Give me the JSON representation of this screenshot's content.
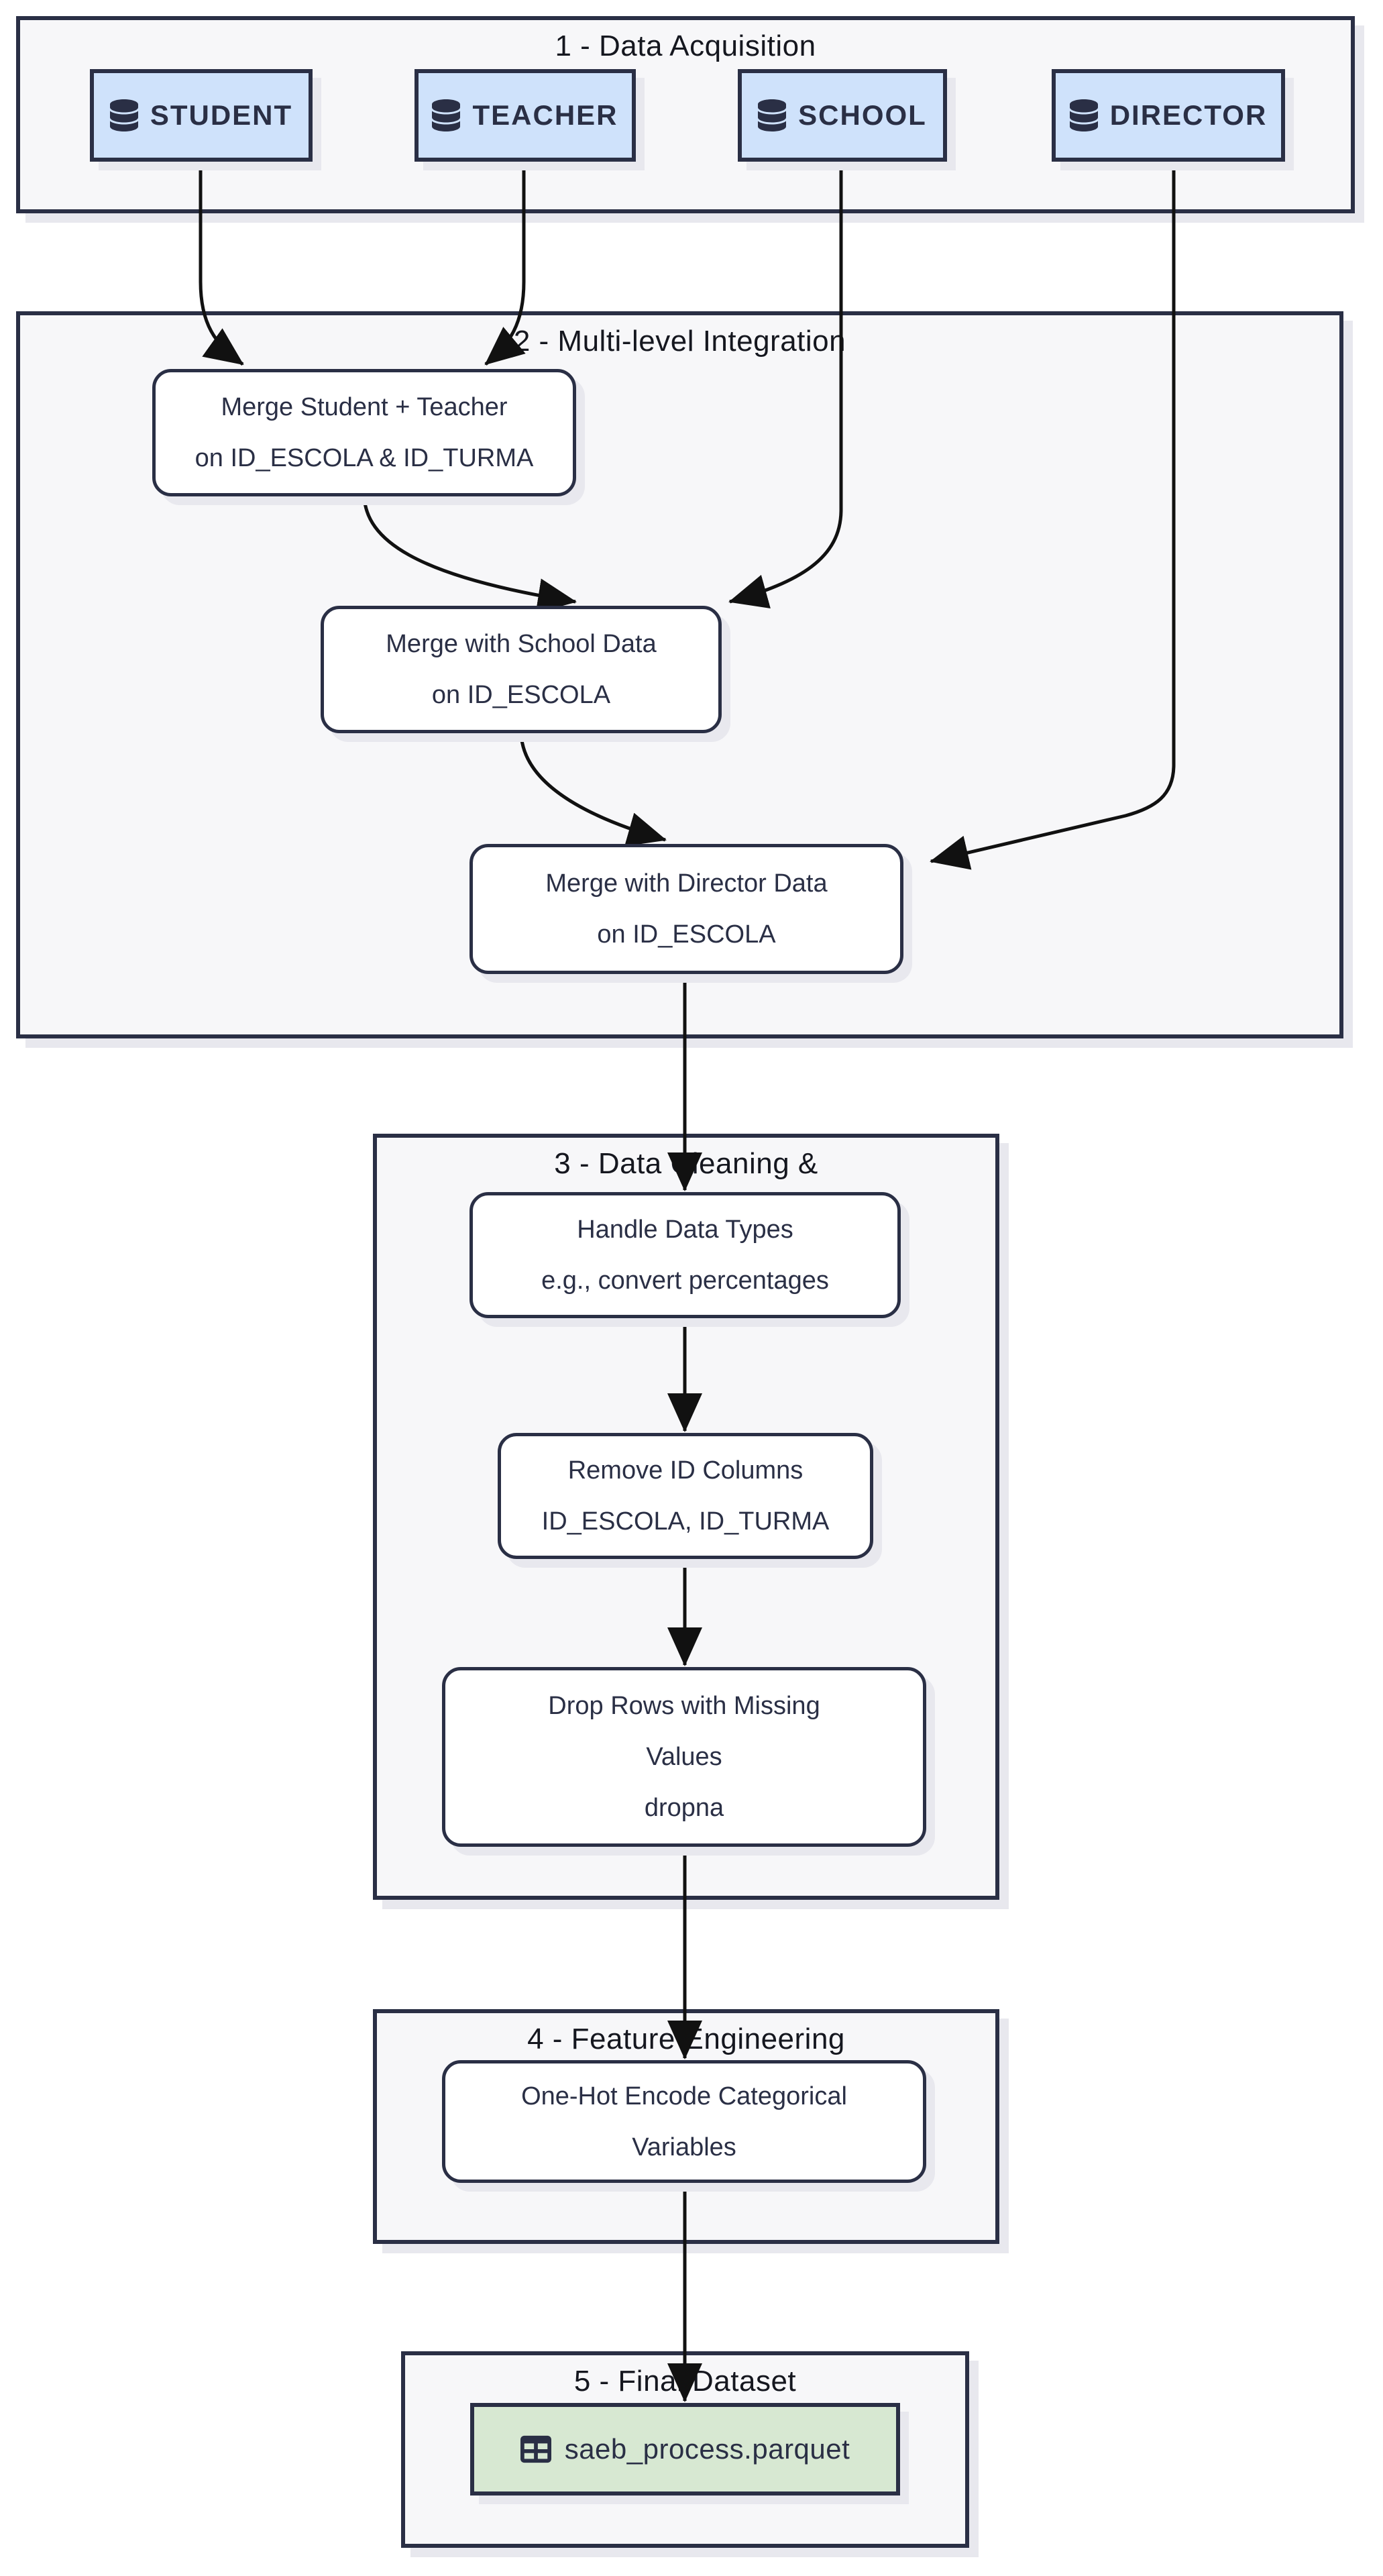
{
  "clusters": {
    "c1": {
      "title": "1 - Data Acquisition"
    },
    "c2": {
      "title": "2 - Multi-level Integration"
    },
    "c3": {
      "title": "3 - Data Cleaning &"
    },
    "c4": {
      "title": "4 - Feature Engineering"
    },
    "c5": {
      "title": "5 - Final Dataset"
    }
  },
  "nodes": {
    "student": {
      "label": "STUDENT",
      "icon": "database-icon"
    },
    "teacher": {
      "label": "TEACHER",
      "icon": "database-icon"
    },
    "school": {
      "label": "SCHOOL",
      "icon": "database-icon"
    },
    "director": {
      "label": "DIRECTOR",
      "icon": "database-icon"
    },
    "merge_student_teacher": {
      "lines": [
        "Merge Student + Teacher",
        "on ID_ESCOLA & ID_TURMA"
      ]
    },
    "merge_school": {
      "lines": [
        "Merge with School Data",
        "on ID_ESCOLA"
      ]
    },
    "merge_director": {
      "lines": [
        "Merge with Director Data",
        "on ID_ESCOLA"
      ]
    },
    "handle_types": {
      "lines": [
        "Handle Data Types",
        "e.g., convert percentages"
      ]
    },
    "remove_ids": {
      "lines": [
        "Remove ID Columns",
        "ID_ESCOLA, ID_TURMA"
      ]
    },
    "drop_missing": {
      "lines": [
        "Drop Rows with Missing",
        "Values",
        "dropna"
      ]
    },
    "one_hot": {
      "lines": [
        "One-Hot Encode Categorical",
        "Variables"
      ]
    },
    "final_dataset": {
      "label": "saeb_process.parquet",
      "icon": "table-icon"
    }
  },
  "colors": {
    "border": "#2a2f45",
    "cluster_fill": "#f7f7f9",
    "process_node_fill": "#ffffff",
    "db_node_fill": "#cfe2fb",
    "dataset_node_fill": "#d7e8d2",
    "text": "#2a2f45",
    "title_text": "#15171f",
    "arrow": "#111111",
    "shadow": "#e8e8ee",
    "page_bg": "#ffffff"
  }
}
